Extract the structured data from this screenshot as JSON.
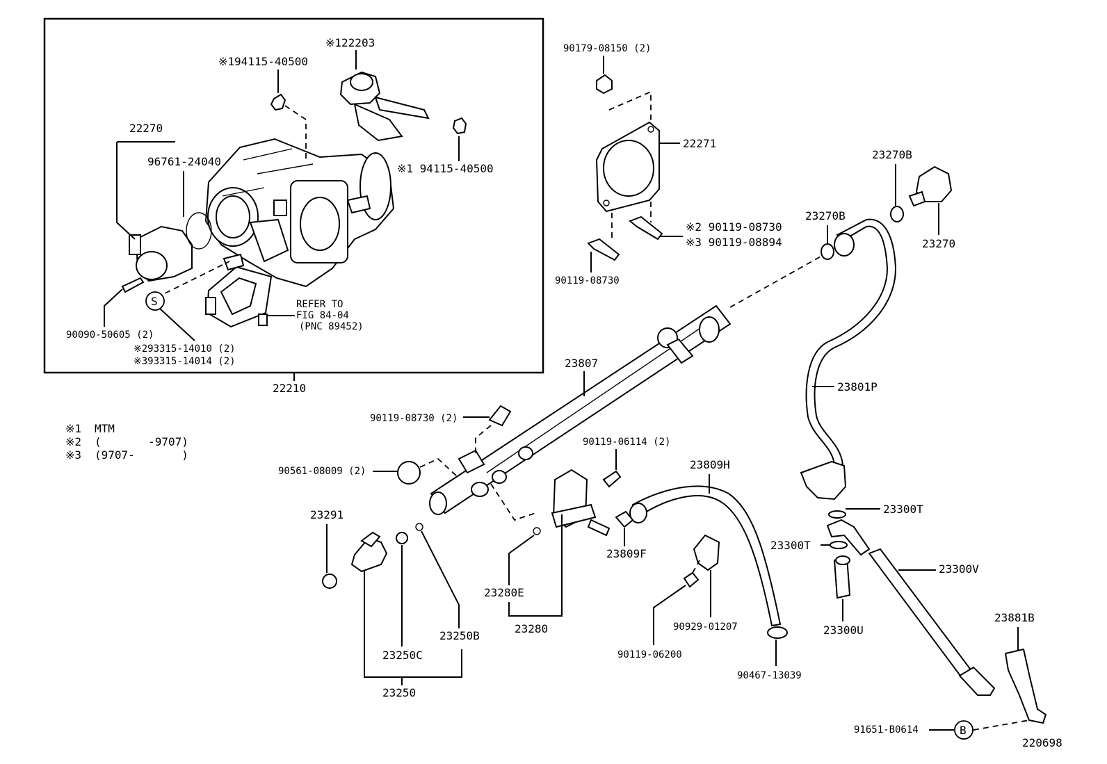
{
  "frame_label": "22210",
  "figure_number": "220698",
  "legend": [
    {
      "mark": "※1",
      "text": "MTM"
    },
    {
      "mark": "※2",
      "text": "(       -9707)"
    },
    {
      "mark": "※3",
      "text": "(9707-       )"
    }
  ],
  "refer_note": [
    "REFER TO",
    "FIG 84-04",
    "(PNC 89452)"
  ],
  "circle_marks": {
    "s": "S",
    "b": "B"
  },
  "parts": {
    "p122203": "※122203",
    "p194115_top": "※194115-40500",
    "p194115_right": "※1 94115-40500",
    "p22270": "22270",
    "p96761": "96761-24040",
    "p90090": "90090-50605 (2)",
    "p93315_2": "※293315-14010 (2)",
    "p93315_3": "※393315-14014 (2)",
    "p90179": "90179-08150 (2)",
    "p22271": "22271",
    "p90119_08730_a": "※2 90119-08730",
    "p90119_08894": "※3 90119-08894",
    "p90119_08730_b": "90119-08730",
    "p23270B_top": "23270B",
    "p23270": "23270",
    "p23270B_mid": "23270B",
    "p23807": "23807",
    "p23801P": "23801P",
    "p90119_08730_2": "90119-08730 (2)",
    "p90561": "90561-08009 (2)",
    "p90119_06114": "90119-06114 (2)",
    "p23809H": "23809H",
    "p23291": "23291",
    "p23809F": "23809F",
    "p23280E": "23280E",
    "p23280": "23280",
    "p23250B": "23250B",
    "p23250C": "23250C",
    "p23250": "23250",
    "p90929": "90929-01207",
    "p90119_06200": "90119-06200",
    "p90467": "90467-13039",
    "p23300T_a": "23300T",
    "p23300T_b": "23300T",
    "p23300V": "23300V",
    "p23300U": "23300U",
    "p23881B": "23881B",
    "p91651": "91651-B0614"
  }
}
